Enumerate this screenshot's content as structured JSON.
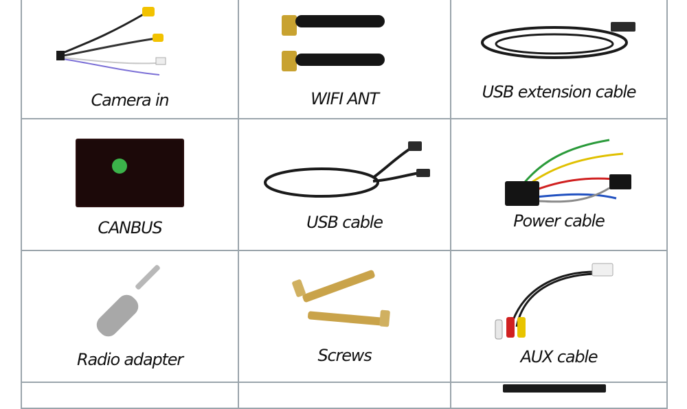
{
  "items": [
    {
      "label": "Camera in"
    },
    {
      "label": "WIFI ANT"
    },
    {
      "label": "USB extension cable"
    },
    {
      "label": "CANBUS"
    },
    {
      "label": "USB cable"
    },
    {
      "label": "Power cable"
    },
    {
      "label": "Radio adapter"
    },
    {
      "label": "Screws"
    },
    {
      "label": "AUX cable"
    }
  ],
  "colors": {
    "border": "#9aa4ab",
    "background": "#ffffff",
    "text": "#111111"
  }
}
